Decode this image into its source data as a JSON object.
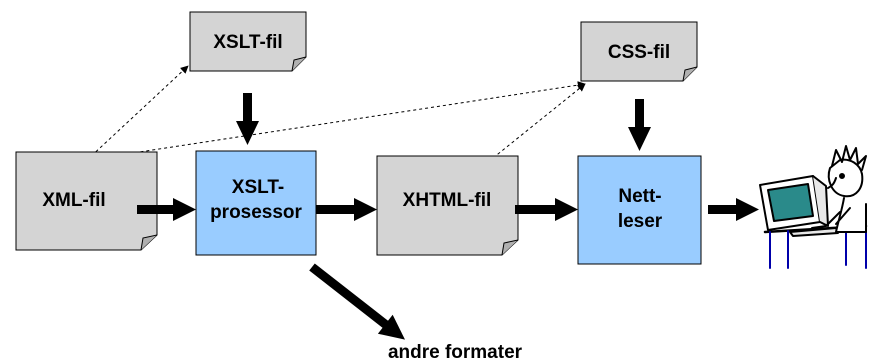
{
  "nodes": {
    "xml_file": {
      "label": "XML-fil",
      "kind": "file"
    },
    "xslt_file": {
      "label": "XSLT-fil",
      "kind": "file"
    },
    "xslt_processor": {
      "label_line1": "XSLT-",
      "label_line2": "prosessor",
      "kind": "process"
    },
    "xhtml_file": {
      "label": "XHTML-fil",
      "kind": "file"
    },
    "css_file": {
      "label": "CSS-fil",
      "kind": "file"
    },
    "browser": {
      "label_line1": "Nett-",
      "label_line2": "leser",
      "kind": "process"
    }
  },
  "other_output": {
    "label": "andre formater"
  },
  "user_illustration": {
    "icon": "person-at-computer-icon"
  },
  "colors": {
    "file_fill": "#d4d4d4",
    "process_fill": "#99ccff",
    "stroke": "#000000",
    "monitor_screen": "#2a8a8a"
  }
}
